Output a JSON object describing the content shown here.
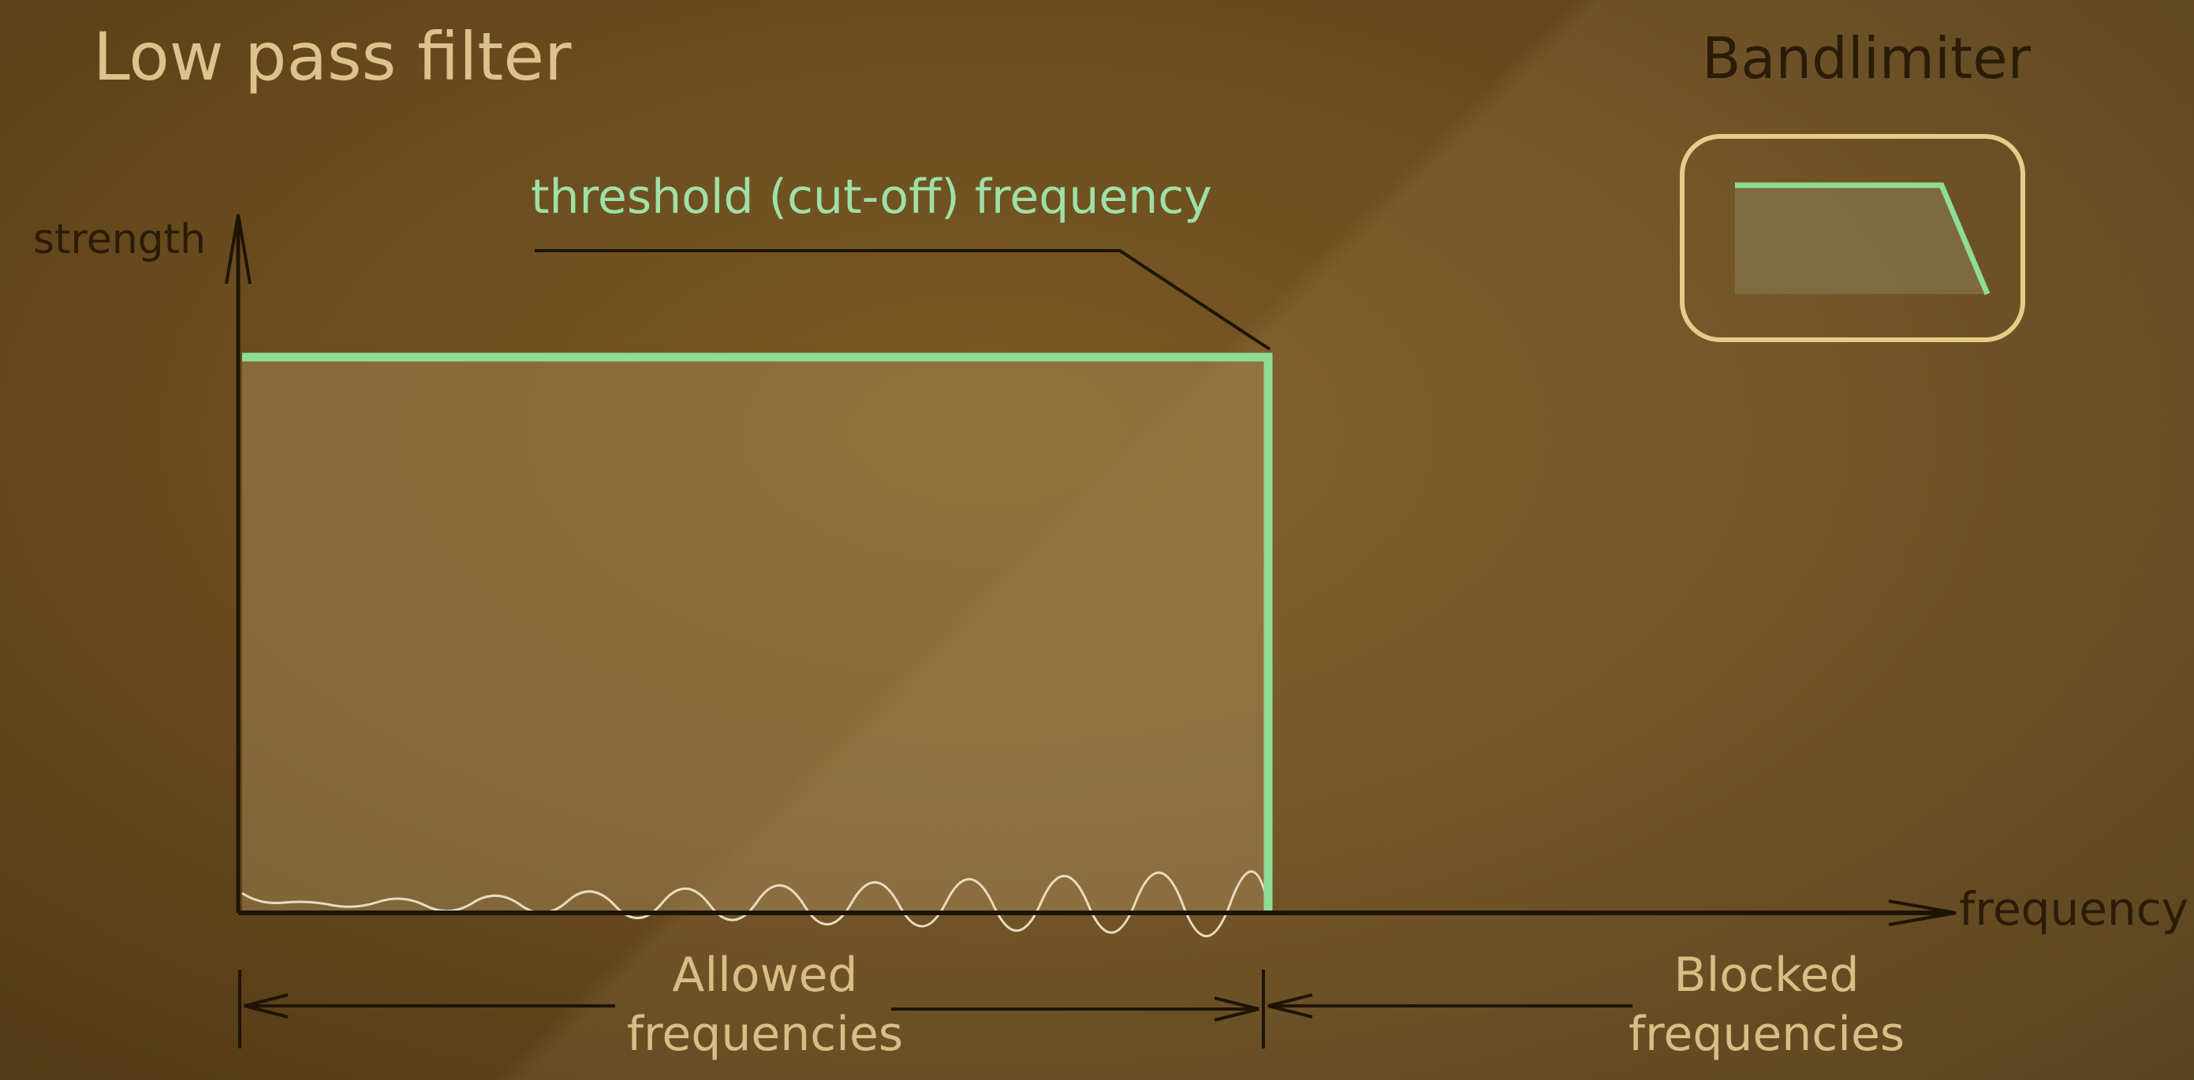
{
  "title": "Low pass filter",
  "badge": {
    "title": "Bandlimiter"
  },
  "threshold_label": "threshold (cut-off) frequency",
  "axes": {
    "y_label": "strength",
    "x_label": "frequency"
  },
  "regions": {
    "allowed": {
      "line1": "Allowed",
      "line2": "frequencies"
    },
    "blocked": {
      "line1": "Blocked",
      "line2": "frequencies"
    }
  },
  "colors": {
    "background": "#6a4c1e",
    "filter_curve": "#8fdc95",
    "title_text": "#dcc28c",
    "axis_text": "#2a1c08"
  }
}
